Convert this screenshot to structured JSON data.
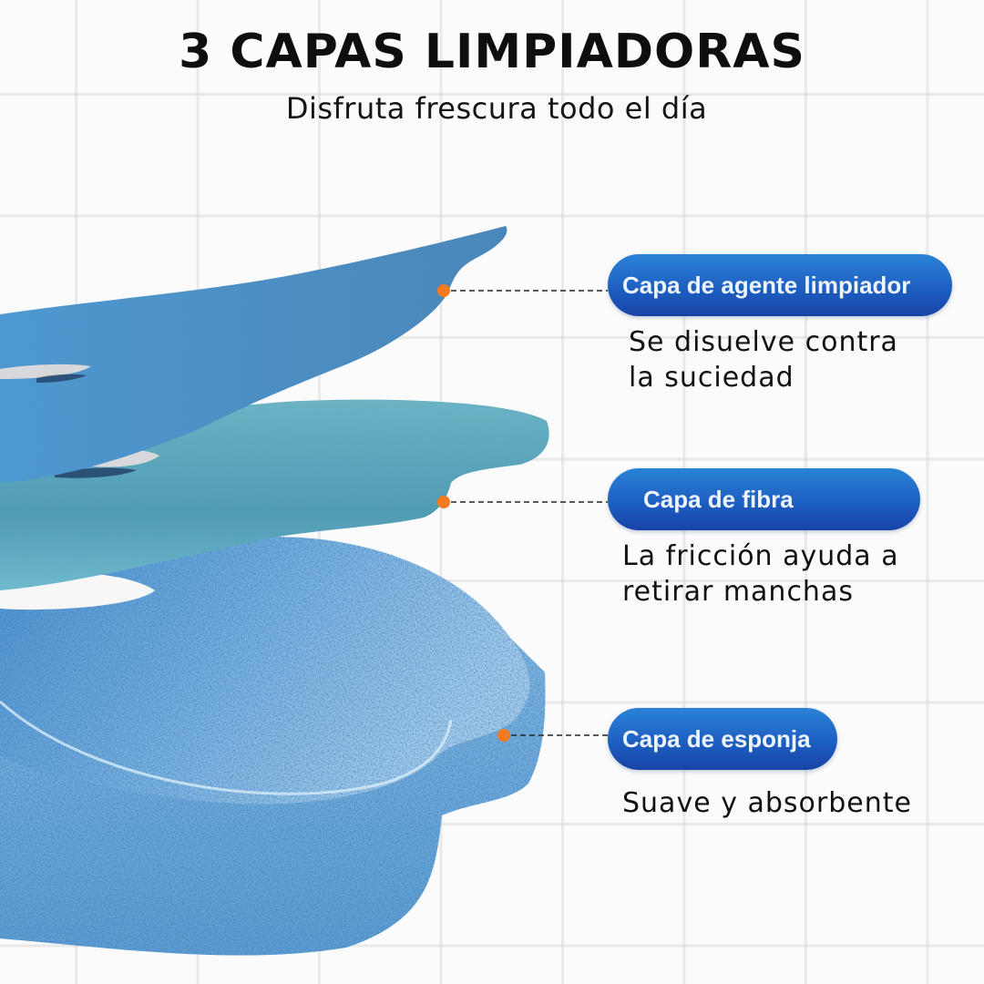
{
  "header": {
    "title": "3 CAPAS LIMPIADORAS",
    "subtitle": "Disfruta frescura todo el día"
  },
  "layers": [
    {
      "label": "Capa de agente limpiador",
      "description_lines": [
        "Se disuelve contra",
        "la suciedad"
      ],
      "layer_color": "#4a92c8"
    },
    {
      "label": "Capa de fibra",
      "description_lines": [
        "La fricción ayuda a",
        "retirar manchas"
      ],
      "layer_color": "#5fa9bc"
    },
    {
      "label": "Capa de esponja",
      "description_lines": [
        "Suave y absorbente"
      ],
      "layer_color": "#6aa9d8"
    }
  ],
  "colors": {
    "pill_top": "#2a82d6",
    "pill_bottom": "#1743a6",
    "marker_dot": "#f47a20",
    "leader_line": "#222222",
    "title_text": "#0e0e0e",
    "background": "#fbfbfb"
  }
}
